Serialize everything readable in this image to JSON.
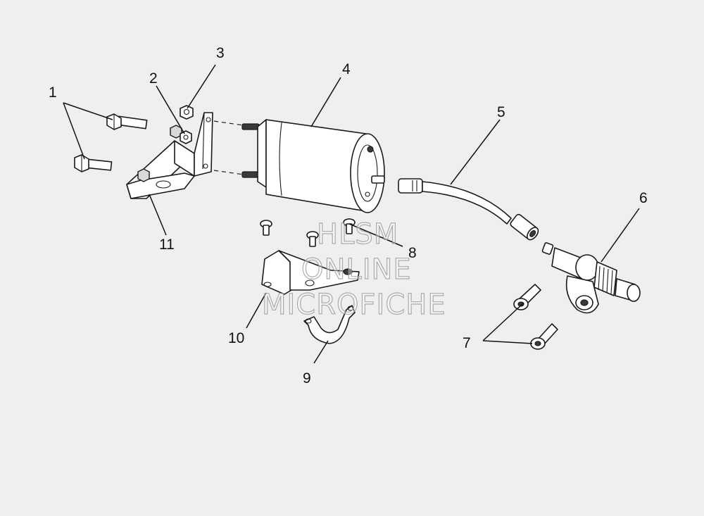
{
  "diagram": {
    "callouts": [
      "1",
      "2",
      "3",
      "4",
      "5",
      "6",
      "7",
      "8",
      "9",
      "10",
      "11"
    ],
    "watermark": {
      "line1": "HLSM",
      "line2": "ONLINE",
      "line3": "MICROFICHE"
    }
  },
  "colors": {
    "background": "#efefef",
    "line": "#1a1a1a",
    "watermark_outline": "#9a9a9a"
  }
}
